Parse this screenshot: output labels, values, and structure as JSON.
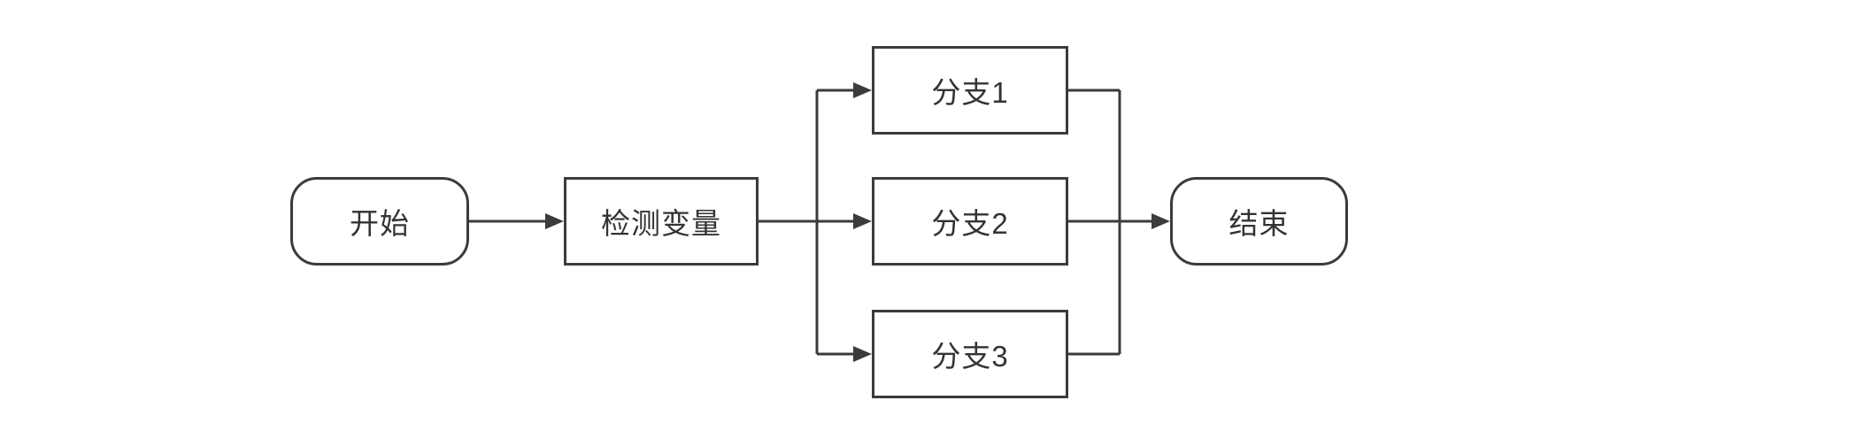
{
  "diagram": {
    "type": "flowchart",
    "background_color": "#ffffff",
    "stroke_color": "#3b3b3b",
    "text_color": "#333333",
    "nodes": [
      {
        "id": "start",
        "label": "开始",
        "shape": "terminal"
      },
      {
        "id": "check",
        "label": "检测变量",
        "shape": "process"
      },
      {
        "id": "branch1",
        "label": "分支1",
        "shape": "process"
      },
      {
        "id": "branch2",
        "label": "分支2",
        "shape": "process"
      },
      {
        "id": "branch3",
        "label": "分支3",
        "shape": "process"
      },
      {
        "id": "end",
        "label": "结束",
        "shape": "terminal"
      }
    ],
    "edges": [
      {
        "from": "start",
        "to": "check",
        "arrow": true
      },
      {
        "from": "check",
        "to": "branch1",
        "arrow": true
      },
      {
        "from": "check",
        "to": "branch2",
        "arrow": true
      },
      {
        "from": "check",
        "to": "branch3",
        "arrow": true
      },
      {
        "from": "branch1",
        "to": "end",
        "arrow": false
      },
      {
        "from": "branch2",
        "to": "end",
        "arrow": true
      },
      {
        "from": "branch3",
        "to": "end",
        "arrow": false
      }
    ]
  }
}
